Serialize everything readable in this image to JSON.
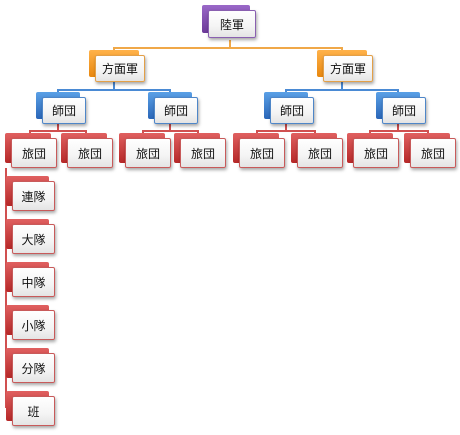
{
  "org_chart": {
    "army": "陸軍",
    "area_army_1": "方面軍",
    "area_army_2": "方面軍",
    "divisions": [
      "師団",
      "師団",
      "師団",
      "師団"
    ],
    "brigades": [
      "旅団",
      "旅団",
      "旅団",
      "旅団",
      "旅団",
      "旅団",
      "旅団",
      "旅団"
    ],
    "chain": [
      "連隊",
      "大隊",
      "中隊",
      "小隊",
      "分隊",
      "班"
    ]
  },
  "colors": {
    "army": "#7b4aa8",
    "area_army": "#f4a43a",
    "division": "#3c84d6",
    "brigade": "#d64545",
    "connector_orange": "#f0a848",
    "connector_blue": "#4a8ad4",
    "connector_red": "#d05050"
  }
}
